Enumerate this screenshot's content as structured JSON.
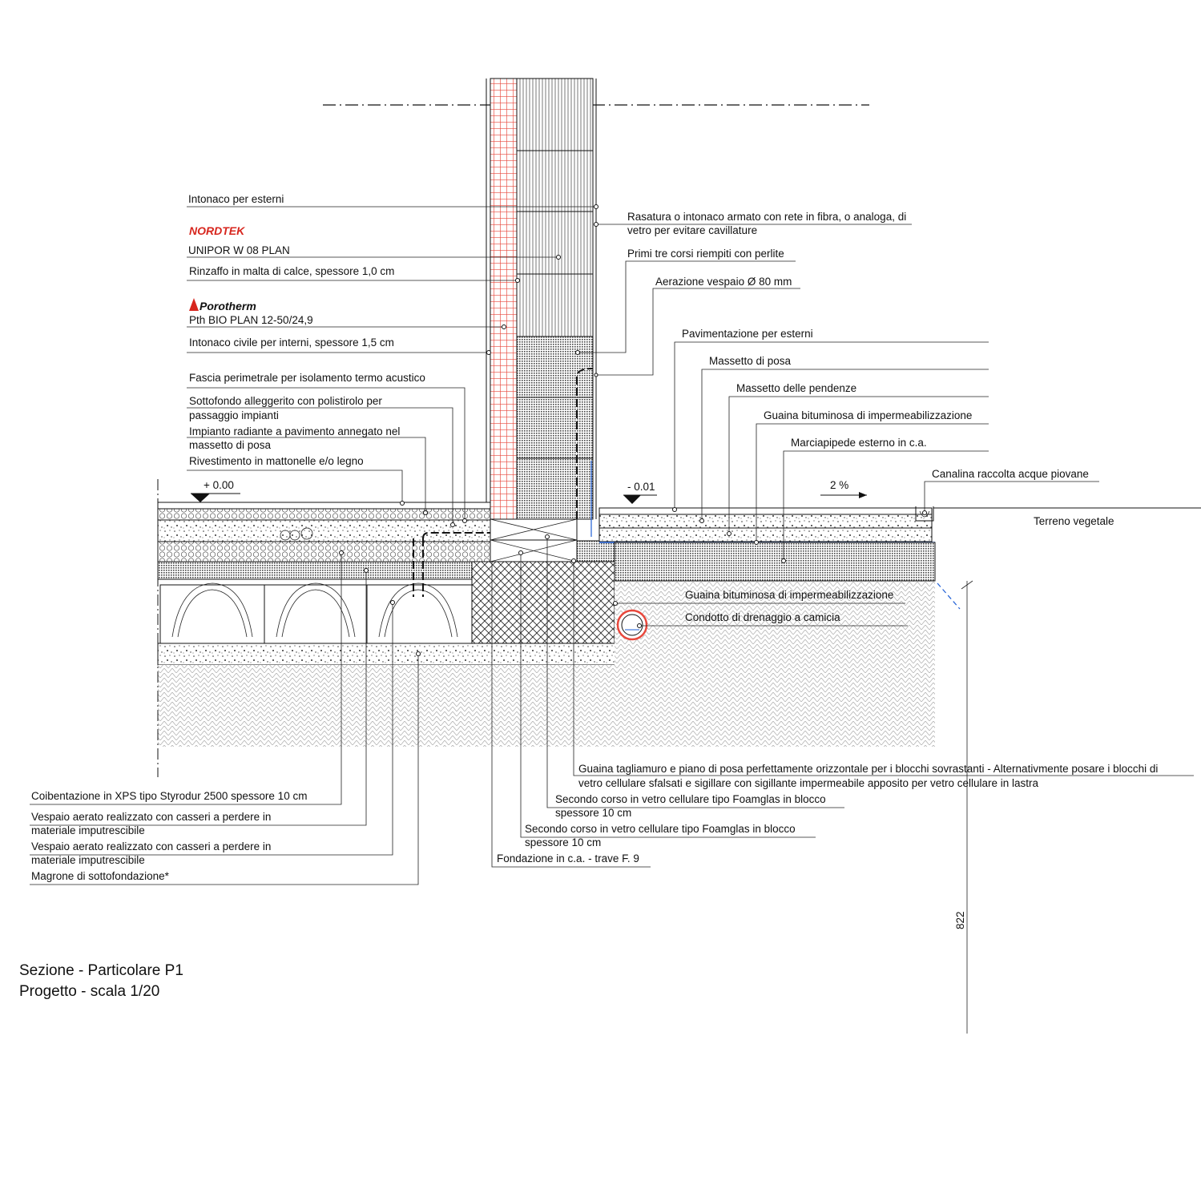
{
  "title": {
    "line1": "Sezione - Particolare P1",
    "line2": "Progetto - scala 1/20"
  },
  "logos": {
    "nordtek": "NORDTEK",
    "porotherm": "Porotherm"
  },
  "levels": {
    "interior": "+ 0.00",
    "exterior": "- 0.01",
    "slope": "2 %",
    "dimension": "822"
  },
  "labels_left_top": [
    "Intonaco per esterni",
    "UNIPOR W 08 PLAN",
    "Rinzaffo in malta di calce, spessore 1,0 cm",
    "Pth BIO PLAN 12-50/24,9",
    "Intonaco civile per interni, spessore 1,5 cm",
    "Fascia perimetrale per isolamento termo acustico",
    "Sottofondo alleggerito con polistirolo per",
    "passaggio impianti",
    "Impianto radiante a pavimento annegato nel",
    "massetto di posa",
    "Rivestimento in mattonelle e/o legno"
  ],
  "labels_right_top": [
    "Rasatura o intonaco armato con rete in fibra, o analoga, di",
    "vetro per evitare cavillature",
    "Primi tre corsi riempiti con perlite",
    "Aerazione vespaio Ø 80 mm",
    "Pavimentazione per esterni",
    "Massetto di posa",
    "Massetto delle pendenze",
    "Guaina bituminosa di impermeabilizzazione",
    "Marciapipede esterno in c.a.",
    "Canalina raccolta acque piovane",
    "Terreno vegetale"
  ],
  "labels_right_mid": [
    "Guaina bituminosa di impermeabilizzazione",
    "Condotto di drenaggio a camicia"
  ],
  "labels_bottom_left": [
    "Coibentazione in XPS tipo Styrodur 2500 spessore 10 cm",
    "Vespaio aerato realizzato con casseri a perdere in",
    "materiale imputrescibile",
    "Vespaio aerato realizzato con casseri a perdere in",
    "materiale imputrescibile",
    "Magrone di sottofondazione*"
  ],
  "labels_bottom_right": [
    "Guaina tagliamuro e piano di posa perfettamente orizzontale per i blocchi sovrastanti - Alternativmente posare i blocchi di",
    "vetro cellulare sfalsati e sigillare con sigillante impermeabile apposito per vetro cellulare in lastra",
    "Secondo corso in vetro cellulare tipo Foamglas in blocco",
    "spessore 10 cm",
    "Secondo corso in vetro cellulare tipo Foamglas in blocco",
    "spessore 10 cm",
    "Fondazione in c.a. - trave F. 9"
  ],
  "colors": {
    "brick": "#e8483c",
    "nordtek": "#d7261e",
    "porotherm": "#d7261e",
    "membrane": "#1f5fd6"
  }
}
